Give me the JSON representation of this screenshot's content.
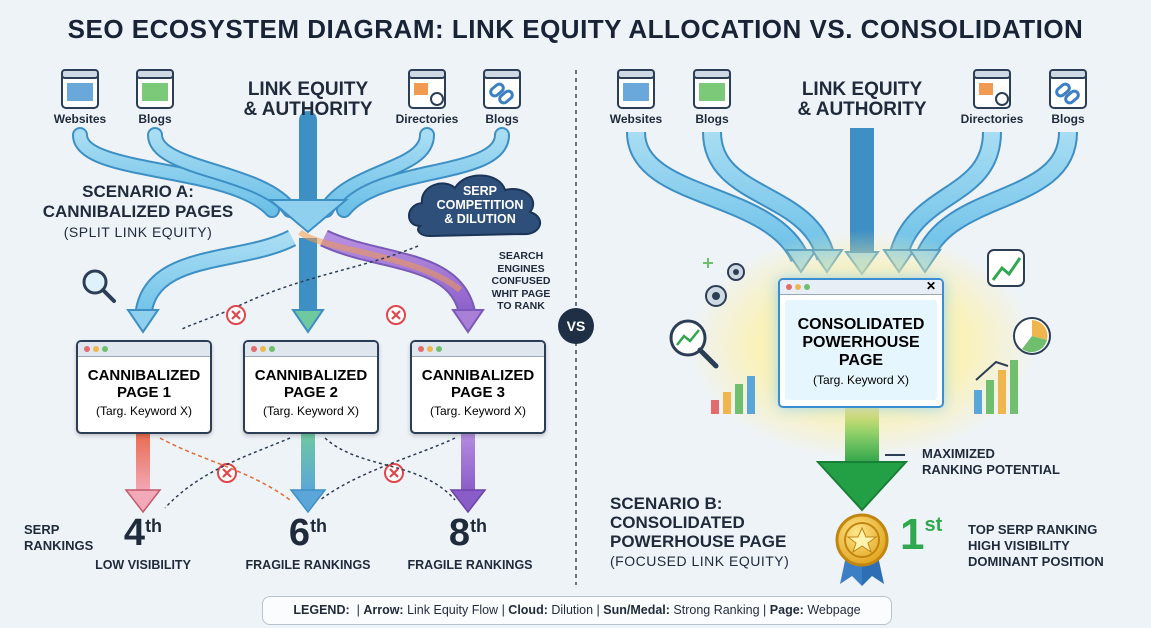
{
  "title": "SEO ECOSYSTEM DIAGRAM: LINK EQUITY ALLOCATION VS. CONSOLIDATION",
  "vs": "VS",
  "left": {
    "sources": [
      "Websites",
      "Blogs",
      "Directories",
      "Blogs"
    ],
    "equity_label": [
      "LINK EQUITY",
      "& AUTHORITY"
    ],
    "scenario": [
      "SCENARIO A:",
      "CANNIBALIZED PAGES",
      "(SPLIT LINK EQUITY)"
    ],
    "cloud": [
      "SERP",
      "COMPETITION",
      "& DILUTION"
    ],
    "confused": [
      "SEARCH",
      "ENGINES",
      "CONFUSED",
      "WHIT PAGE",
      "TO RANK"
    ],
    "pages": [
      {
        "name_1": "CANNIBALIZED",
        "name_2": "PAGE 1",
        "keyword": "(Targ. Keyword X)",
        "rank_num": "4",
        "rank_suffix": "th",
        "rank_label": "LOW VISIBILITY",
        "color": "#e98a5a"
      },
      {
        "name_1": "CANNIBALIZED",
        "name_2": "PAGE 2",
        "keyword": "(Targ. Keyword X)",
        "rank_num": "6",
        "rank_suffix": "th",
        "rank_label": "FRAGILE RANKINGS",
        "color": "#6fbf9a"
      },
      {
        "name_1": "CANNIBALIZED",
        "name_2": "PAGE 3",
        "keyword": "(Targ. Keyword X)",
        "rank_num": "8",
        "rank_suffix": "th",
        "rank_label": "FRAGILE RANKINGS",
        "color": "#9b6fcf"
      }
    ],
    "serp_label": [
      "SERP",
      "RANKINGS"
    ]
  },
  "right": {
    "sources": [
      "Websites",
      "Blogs",
      "Directories",
      "Blogs"
    ],
    "equity_label": [
      "LINK EQUITY",
      "& AUTHORITY"
    ],
    "page": {
      "name_1": "CONSOLIDATED",
      "name_2": "POWERHOUSE",
      "name_3": "PAGE",
      "keyword": "(Targ. Keyword X)"
    },
    "maximized": [
      "MAXIMIZED",
      "RANKING POTENTIAL"
    ],
    "scenario": [
      "SCENARIO B:",
      "CONSOLIDATED",
      "POWERHOUSE PAGE",
      "(FOCUSED LINK EQUITY)"
    ],
    "rank_num": "1",
    "rank_suffix": "st",
    "rank_lines": [
      "TOP SERP RANKING",
      "HIGH VISIBILITY",
      "DOMINANT POSITION"
    ]
  },
  "legend": {
    "prefix": "LEGEND:",
    "items": [
      {
        "key": "Arrow:",
        "value": "Link Equity Flow"
      },
      {
        "key": "Cloud:",
        "value": "Dilution"
      },
      {
        "key": "Sun/Medal:",
        "value": "Strong Ranking"
      },
      {
        "key": "Page:",
        "value": "Webpage"
      }
    ]
  },
  "colors": {
    "flow": "#8fd0ee",
    "flow_edge": "#3d8fc4",
    "green": "#2fa84f",
    "dark": "#1f2a3a",
    "red_x": "#e0464b"
  }
}
